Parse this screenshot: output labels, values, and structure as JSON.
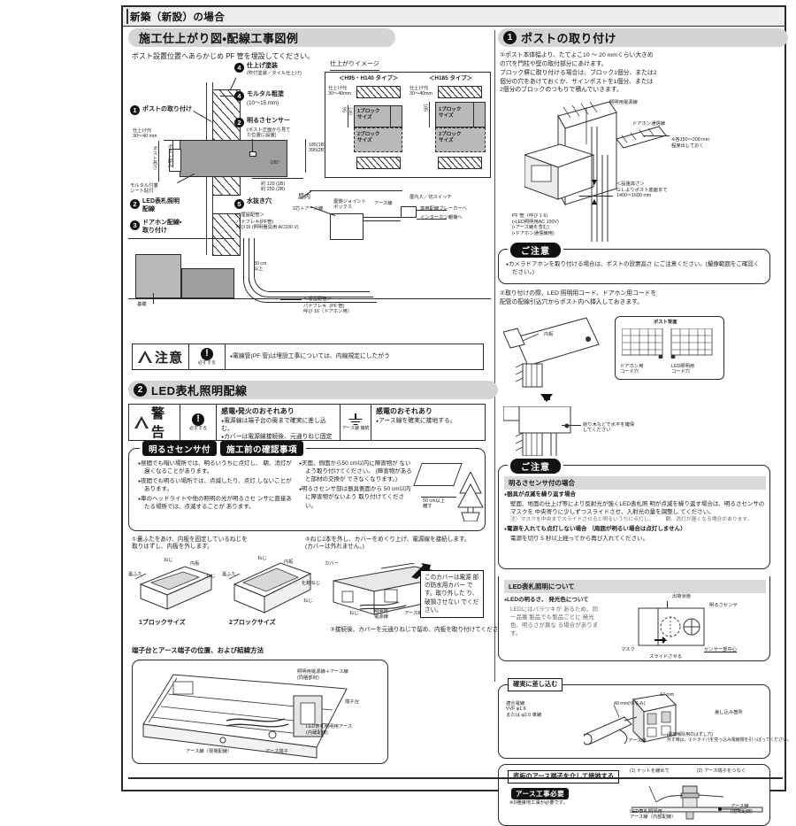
{
  "page": {
    "tab_title": "新築（新設）の場合"
  },
  "section1": {
    "heading": "施工仕上がり図・配線工事図例",
    "lead": "ポスト設置位置へあらかじめ PF 管を埋設してください。",
    "finish_image_label": "仕上がりイメージ",
    "type_h95": "＜H95・H140 タイプ＞",
    "type_h185": "＜H185 タイプ＞",
    "block1": "1ブロック\nサイズ",
    "block2": "2ブロック\nサイズ",
    "finish_margin": "仕上げ代\n30～40mm",
    "dim_95": "95",
    "dim_140": "140",
    "dim_185": "185",
    "callouts": {
      "c4_title": "仕上げ塗装",
      "c4_sub": "(吹付塗装／タイル仕上げ)",
      "c4b_title": "モルタル粗塗",
      "c4b_sub": "(10～15 mm)",
      "c1_title": "ポストの取り付け",
      "c2_title": "明るさセンサー",
      "c2_sub": "(ポスト正面から見て\nた位置に設置)",
      "c2b_title": "LED表札照明\n配線",
      "c3_title": "ドアホン配線・\n取り付け",
      "c5_title": "水抜き穴",
      "margin_dim": "仕上げ代\n30～40 mm",
      "angle": "105°",
      "dim_185_1b": "185(1B)\n395(2B)",
      "dim_120": "約 120 (1B)\n約 250 (2B)",
      "mortar_sheet": "モルタル付着\nシート貼付",
      "indoor": "屋内",
      "conduit_title": "＜埋設配管＞",
      "conduit_text": "パナフレキ(PF管)\n呼び16 (照明器具用:AC100 V)",
      "conduit2_title": "＜埋設配管＞",
      "conduit2_text": "パナフレキ  (PF 管)\n呼び 16（ドアホン用）",
      "joint_box": "屋側ジョイント\nボックス",
      "earth_wire": "アース線",
      "switch": "屋内入／切スイッチ",
      "to_breaker": "専用配線ブレーカーへ",
      "to_intercom": "インターホン親機へ",
      "two_core": "2芯＋アース線",
      "dim_30cm": "30 cm\n以上",
      "foundation": "基礎"
    },
    "caution": {
      "title": "注意",
      "icon_caption": "必ずする",
      "items": [
        "電線管(PF 管)は埋設工事については、内線規定にしたがう"
      ]
    }
  },
  "step1": {
    "heading": "ポストの取り付け",
    "para1": "①ポスト本体幅より、たてよこ10 ～ 20 mmくらい大きめ\nの穴を門柱や壁の取付部分にあけます。\nブロック塀に取り付ける場合は、ブロック1個分、または2\n個分の穴をあけておくか、サインポストを1個分、または\n2個分のブロックのつもりで積んでいきます。",
    "labels": {
      "led_wire": "照明用電源線",
      "doorphone_wire": "ドアホン通信線",
      "length_note": "※各150～200 mm\n程度出しておく",
      "height_note": "＜設置高さ＞\nG.L.よりポスト底面まで\n1400～1600 mm",
      "pf_note": "PF 管（呼び 1 6）\n(・LED照明用AC 100V)\n(・アース線を含む)\n(・ドアホン通信線用)"
    },
    "note": {
      "title": "ご注意",
      "items": [
        "カメラドアホンを取り付ける場合は、ポストの設置高さ\nにご注意ください。(撮像範囲をご確認ください。)"
      ]
    },
    "para2": "②取り付けの際、LED 照明用コード、ドアホン用コードを\n配管の配線引込穴からポスト内へ挿入しておきます。",
    "labels2": {
      "inner_plate": "内板",
      "post_back": "ポスト背面",
      "doorphone_hole": "ドアホン用\nコード穴",
      "led_hole": "LED照明用\nコード穴",
      "level_note": "削り木などで水平を確保\nしてください"
    }
  },
  "section2": {
    "heading": "LED表札照明配線",
    "warning": {
      "title": "警告",
      "icon_caption": "必ずする",
      "head1": "感電・発火のおそれあり",
      "items1": [
        "電源線は端子台の奥まで確実に差し込む。",
        "カバーは電源線接続後、元通りねじ固定する。"
      ],
      "earth_caption": "アース線\n接続",
      "head2": "感電のおそれあり",
      "items2": [
        "アース線を確実に接地する。"
      ]
    },
    "checklist": {
      "banner_a": "明るさセンサ付",
      "banner_b": "施工前の確認事項",
      "left_items": [
        "昼間でも暗い場所では、明るいうちに点灯し、\n朝、消灯が遅くなることがあります。",
        "夜間でも明るい場所では、点滅したり、点灯\nしないことがあります。",
        "車のヘッドライトや他の照明の光が明るさセ\nンサに直接あたる場所では、点滅することが\nあります。"
      ],
      "right_items": [
        "天面、側面から50 cm以内に障害物が\nないよう取り付けてください。\n(障害物があると部材の交換が\nできなくなります。)",
        "明るさセンサ部は器具側面から\n50 cm以内に障害物がないよう\n取り付けてください。"
      ],
      "fig_label": "50 cm以上\n離す"
    },
    "steps": {
      "s1": "①裏ふたをあけ、内板を固定しているねじを\n取りはずし、内板を外します。",
      "s2": "②ねじ2本を外し、カバーをめくり上げ、電源線を接続します。\n(カバーは外れません。)",
      "s3": "③接続後、カバーを元通りねじで留め、内板を取り付けてください。",
      "size1": "1ブロックサイズ",
      "size2": "2ブロックサイズ",
      "parts": {
        "back_lid": "裏ふた",
        "screw": "ねじ",
        "inner_plate": "内板",
        "deco_screw": "化粧ねじ",
        "cover": "カバー",
        "led_wire": "照明用\n電源線",
        "earth_wire": "アース線"
      },
      "cover_callout": "このカバーは電源\n部の防水用カバー\nです。取り外した\nり、破損させない\nでください。"
    },
    "terminal": {
      "title": "端子台とアース端子の位置、および結線方法",
      "labels": {
        "led_power_earth": "照明用電源線＋アース線\n(同梱部材)",
        "terminal_block": "端子台",
        "led_earth": "LED表札照明用アース\n(内蔵配線)",
        "earth_wire_site": "アース線（現場配線）",
        "earth_terminal": "アース端子"
      },
      "insert_box": {
        "title": "確実に差し込む",
        "wire_spec": "適合電線\nVVF φ1.6\nまたは φ2.0 単線",
        "dim_12": "12 mm",
        "dim_40": "40 mm(ゆるみ)",
        "insert_point": "差し込み箇所",
        "release_note": "(電線解除用のはずし穴)\n外す時は、①ドライバを突っ込み電線側を引っぱってください。"
      },
      "ground_box": {
        "title": "底板のアース端子を介して接地する",
        "badge": "アース工事必要",
        "note": "※D種接地工事が必要です。",
        "step1": "(1) ナットを緩めて",
        "step2": "(2) アース端子をつなぐ",
        "led_earth_wire": "LED表札照明用\nアース線（内部配線）",
        "site_earth_wire": "アース線\n(現場配線)"
      }
    }
  },
  "note2": {
    "title": "ご注意",
    "sub_header": "明るさセンサ付の場合",
    "item1_head": "器具が点滅を繰り返す場合",
    "item1_body": "壁面、地面の仕上げ等により反射光が強くLED表札照\n明が点滅を繰り返す場合は、明るさセンサのマスクを\n中央寄りに少しずつスライドさせ、入射光の量を調整し\nてください。",
    "item1_note": "注）マスクを中央までスライドさせると明るいうちに点灯し、\n　　朝、消灯が遅くなる場合があります。",
    "item2_head": "電源を入れても点灯しない場合\n（周囲が明るい場合は点灯しません）",
    "item2_body": "電源を切り 5 秒以上経ってから再び入れてください。",
    "led_header": "LED表札照明について",
    "led_item_head": "LEDの明るさ、\n発光色について",
    "led_item_body": "LEDにはバラツキが\nあるため、同一品番\n製品でも製品ごとに\n発光色、明るさが異な\nる場合があります。",
    "fig_labels": {
      "shipping": "出荷状態",
      "sensor": "明るさセンサ",
      "mask": "マスク",
      "center": "センサー部中心",
      "slide": "スライドさせる"
    }
  }
}
